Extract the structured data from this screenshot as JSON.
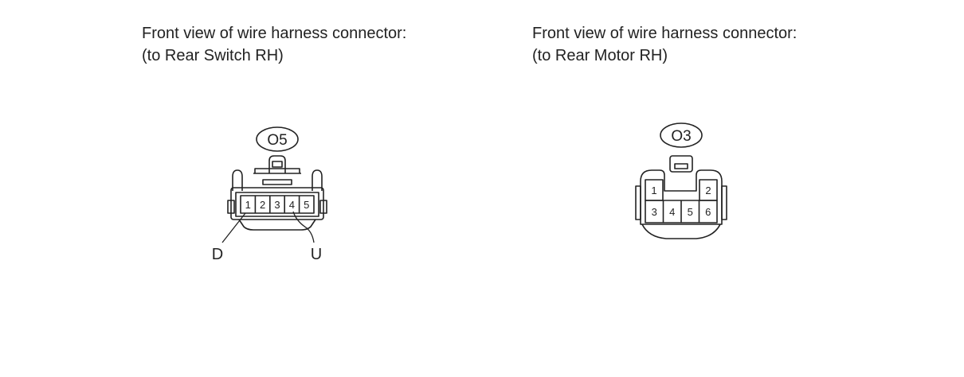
{
  "left_connector": {
    "caption_line1": "Front view of wire harness connector:",
    "caption_line2": "(to Rear Switch RH)",
    "code": "O5",
    "pins": [
      "1",
      "2",
      "3",
      "4",
      "5"
    ],
    "callout_d": "D",
    "callout_u": "U"
  },
  "right_connector": {
    "caption_line1": "Front view of wire harness connector:",
    "caption_line2": "(to Rear Motor RH)",
    "code": "O3",
    "pins_top": [
      "1",
      "2"
    ],
    "pins_bottom": [
      "3",
      "4",
      "5",
      "6"
    ]
  }
}
